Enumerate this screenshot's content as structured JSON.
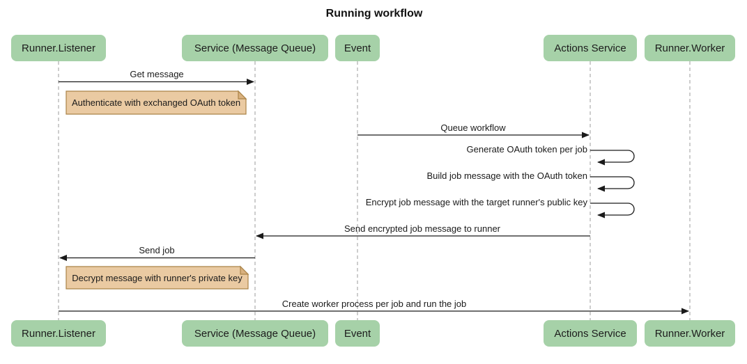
{
  "diagram": {
    "type": "sequence-diagram",
    "title": "Running workflow",
    "colors": {
      "participant_fill": "#a6d1a8",
      "note_fill": "#eacaa2",
      "note_border": "#aa8347",
      "note_fold": "#d9b17f",
      "lifeline": "#9b9b9b",
      "arrow": "#1a1a1a",
      "background": "#ffffff"
    },
    "participants": [
      {
        "id": "runner-listener",
        "label": "Runner.Listener"
      },
      {
        "id": "service-message-queue",
        "label": "Service (Message Queue)"
      },
      {
        "id": "event",
        "label": "Event"
      },
      {
        "id": "actions-service",
        "label": "Actions Service"
      },
      {
        "id": "runner-worker",
        "label": "Runner.Worker"
      }
    ],
    "messages": [
      {
        "label": "Get message",
        "from": "Runner.Listener",
        "to": "Service (Message Queue)",
        "type": "solid-arrow"
      },
      {
        "label": "Queue workflow",
        "from": "Event",
        "to": "Actions Service",
        "type": "solid-arrow"
      },
      {
        "label": "Generate OAuth token per job",
        "from": "Actions Service",
        "to": "Actions Service",
        "type": "self-arrow"
      },
      {
        "label": "Build job message with the OAuth token",
        "from": "Actions Service",
        "to": "Actions Service",
        "type": "self-arrow"
      },
      {
        "label": "Encrypt job message with the target runner's public key",
        "from": "Actions Service",
        "to": "Actions Service",
        "type": "self-arrow"
      },
      {
        "label": "Send encrypted job message to runner",
        "from": "Actions Service",
        "to": "Service (Message Queue)",
        "type": "solid-arrow"
      },
      {
        "label": "Send job",
        "from": "Service (Message Queue)",
        "to": "Runner.Listener",
        "type": "solid-arrow"
      },
      {
        "label": "Create worker process per job and run the job",
        "from": "Runner.Listener",
        "to": "Runner.Worker",
        "type": "solid-arrow"
      }
    ],
    "notes": [
      {
        "text": "Authenticate with exchanged OAuth token",
        "over": "Runner.Listener"
      },
      {
        "text": "Decrypt message with runner's private key",
        "over": "Runner.Listener"
      }
    ]
  }
}
